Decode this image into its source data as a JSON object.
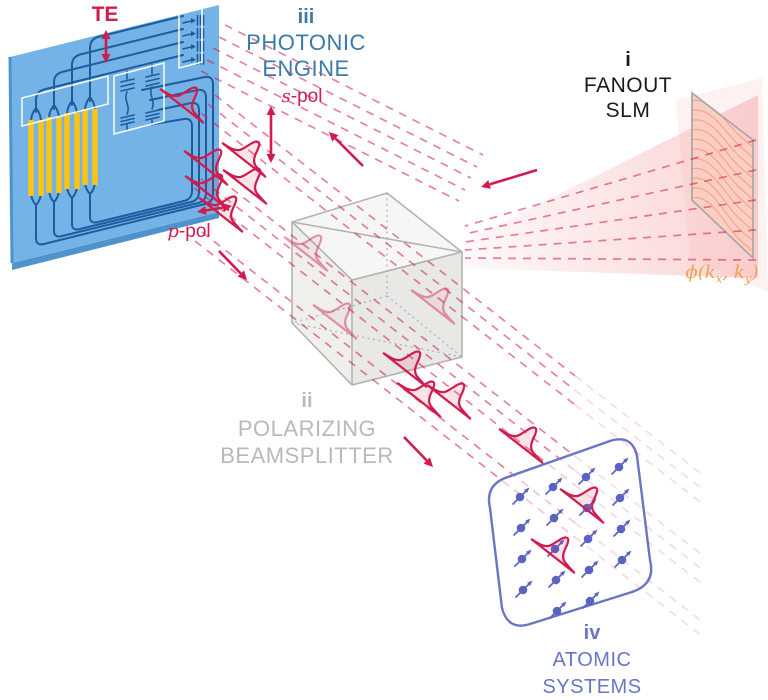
{
  "sections": {
    "slm": {
      "numeral": "i",
      "lines": [
        "FANOUT",
        "SLM"
      ]
    },
    "pbs": {
      "numeral": "ii",
      "lines": [
        "POLARIZING",
        "BEAMSPLITTER"
      ]
    },
    "engine": {
      "numeral": "iii",
      "lines": [
        "PHOTONIC",
        "ENGINE"
      ]
    },
    "atoms": {
      "numeral": "iv",
      "lines": [
        "ATOMIC",
        "SYSTEMS"
      ]
    }
  },
  "annotations": {
    "te": "TE",
    "s_pol": {
      "italic": "s",
      "rest": "-pol"
    },
    "p_pol": {
      "italic": "p",
      "rest": "-pol"
    },
    "phi": {
      "pre": "ϕ(k",
      "sub1": "x",
      "mid": ", k",
      "sub2": "y",
      "post": ")"
    }
  },
  "colors": {
    "crimson": "#d01c4c",
    "chip_blue": "#73b3e7",
    "chip_edge": "#4e93cc",
    "waveguide": "#1e5c9e",
    "gold": "#fcc515",
    "engine_text": "#3b7aa9",
    "slm_text": "#1a1a1a",
    "pbs_text": "#b9b9b9",
    "atoms_purple": "#6a75c6",
    "atom_fill": "#5a63c4",
    "orange": "#f0a155",
    "cube_edge": "#b3b3b1",
    "hidden_edge": "#a7b0de"
  }
}
